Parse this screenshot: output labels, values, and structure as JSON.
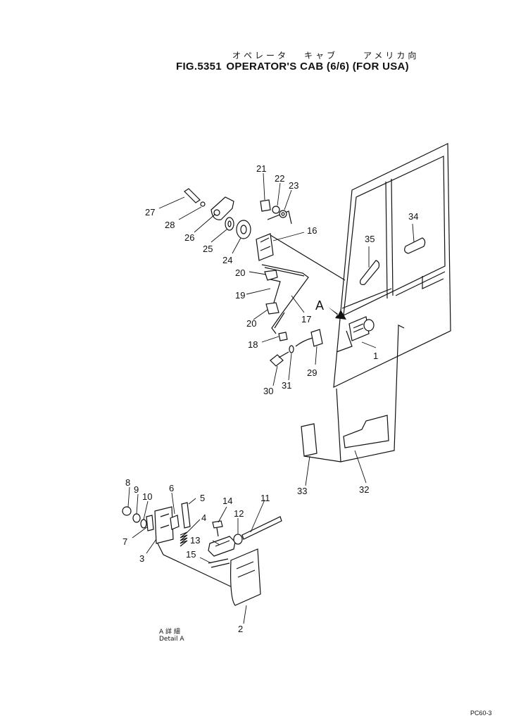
{
  "header": {
    "japanese_title": [
      "オペレータ",
      "キャブ",
      "アメリカ向"
    ],
    "figure_no": "FIG.5351",
    "title": "OPERATOR'S CAB (6/6) (FOR USA)"
  },
  "view_marker": "A",
  "detail_label": {
    "japanese": "A 詳 細",
    "english": "Detail A"
  },
  "page_code": "PC60-3",
  "part_numbers": [
    "1",
    "2",
    "3",
    "4",
    "5",
    "6",
    "7",
    "8",
    "9",
    "10",
    "11",
    "12",
    "13",
    "14",
    "15",
    "16",
    "17",
    "18",
    "19",
    "20",
    "20",
    "21",
    "22",
    "23",
    "24",
    "25",
    "26",
    "27",
    "28",
    "29",
    "30",
    "31",
    "32",
    "33",
    "34",
    "35"
  ]
}
